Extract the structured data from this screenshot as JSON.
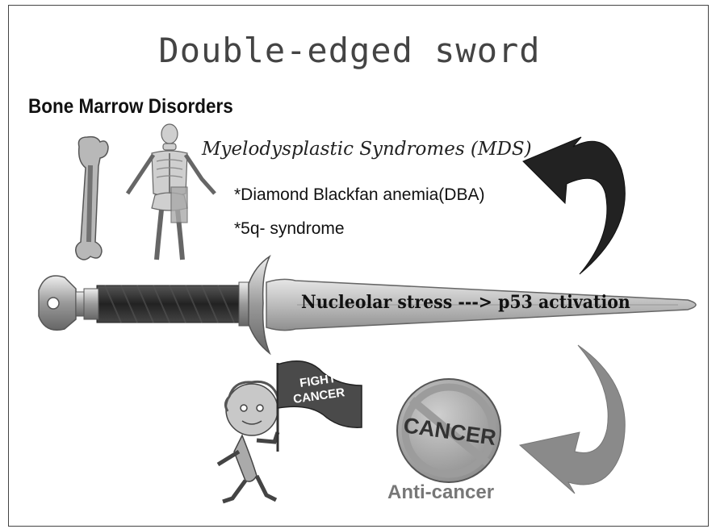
{
  "title": "Double-edged sword",
  "bone_marrow": {
    "heading": "Bone Marrow Disorders",
    "mds": "Myelodysplastic Syndromes (MDS)",
    "items": [
      "*Diamond Blackfan anemia(DBA)",
      "*5q- syndrome"
    ]
  },
  "sword": {
    "blade_text": "Nucleolar stress ---> p53 activation"
  },
  "anticancer": {
    "flag_text": [
      "FIGHT",
      "CANCER"
    ],
    "sign_text": "CANCER",
    "label": "Anti-cancer"
  },
  "colors": {
    "upper_arrow": "#222222",
    "lower_arrow": "#8a8a8a",
    "blade": "#bdbdbd",
    "handle": "#2e2e2e"
  }
}
